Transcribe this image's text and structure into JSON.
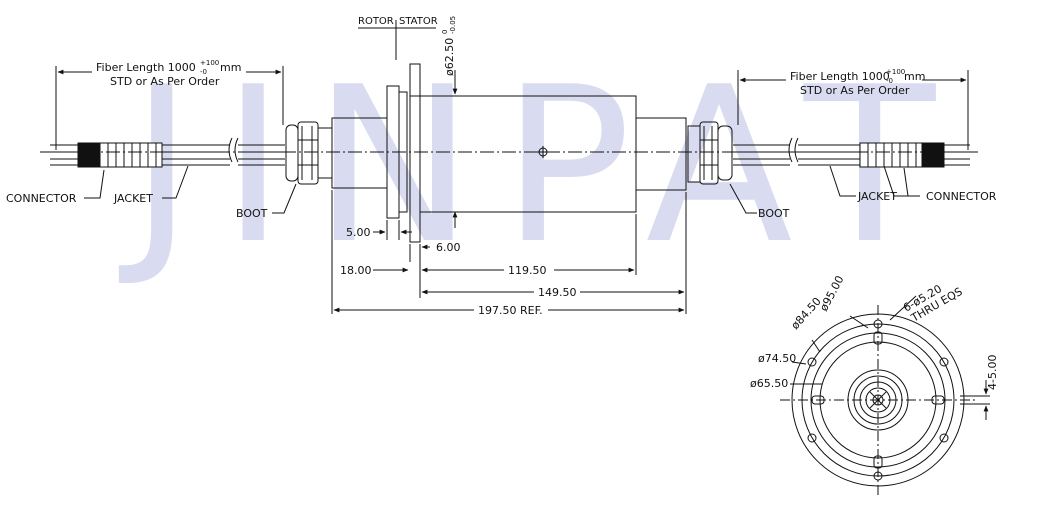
{
  "watermark": "JINPAT",
  "header": {
    "rotor": "ROTOR",
    "stator": "STATOR",
    "flange_dia": "ø62.50",
    "flange_tol_plus": "0",
    "flange_tol_minus": "-0.05"
  },
  "left_fiber": {
    "line1": "Fiber Length 1000",
    "tol_plus": "+100",
    "tol_minus": "-0",
    "unit": "mm",
    "line2": "STD or As Per Order"
  },
  "right_fiber": {
    "line1": "Fiber Length 1000",
    "tol_plus": "+100",
    "tol_minus": "-0",
    "unit": "mm",
    "line2": "STD or As Per Order"
  },
  "labels": {
    "connector_left": "CONNECTOR",
    "jacket_left": "JACKET",
    "boot_left": "BOOT",
    "boot_right": "BOOT",
    "jacket_right": "JACKET",
    "connector_right": "CONNECTOR"
  },
  "dims": {
    "d5": "5.00",
    "d6": "6.00",
    "d18": "18.00",
    "d119": "119.50",
    "d149": "149.50",
    "d197": "197.50 REF."
  },
  "end_view": {
    "d95": "ø95.00",
    "d84": "ø84.50",
    "d74": "ø74.50",
    "d65": "ø65.50",
    "holes_line1": "6-ø5.20",
    "holes_line2": "THRU EQS",
    "slots": "4-5.00"
  }
}
